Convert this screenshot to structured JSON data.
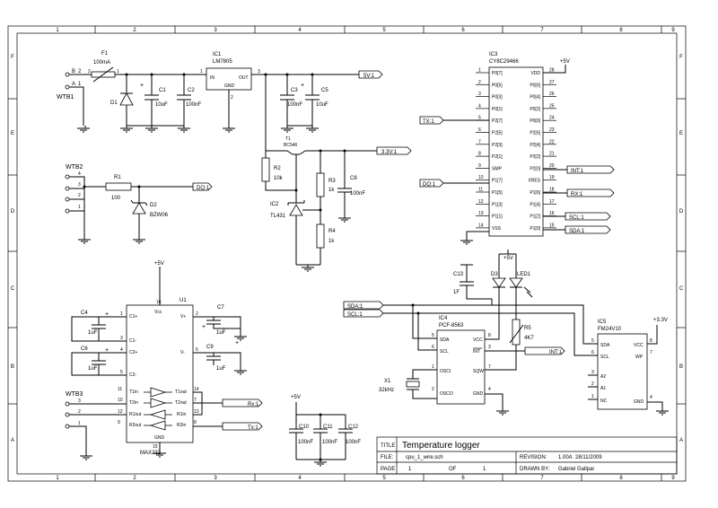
{
  "sheet": {
    "columns": [
      "1",
      "2",
      "3",
      "4",
      "5",
      "6",
      "7",
      "8",
      "9"
    ],
    "rows": [
      "F",
      "E",
      "D",
      "C",
      "B",
      "A"
    ],
    "title_label": "TITLE",
    "title": "Temperature logger",
    "file_label": "FILE:",
    "file": "cpu_1_wire.sch",
    "revision_label": "REVISION:",
    "revision": "1.00A",
    "date": "28/11/2009",
    "page_label": "PAGE",
    "page": "1",
    "of_label": "OF",
    "pages": "1",
    "drawn_by_label": "DRAWN BY:",
    "drawn_by": "Gabriel Gallpar"
  },
  "nets": {
    "v5": "5V:1",
    "v33": "3.3V:1",
    "tx": "TX:1",
    "dq_left": "DQ:1",
    "dq_right": "DQ:1",
    "int_ic3": "INT:1",
    "rx_ic3": "RX:1",
    "scl_ic3": "SCL:1",
    "sda_ic3": "SDA:1",
    "sda_left": "SDA:1",
    "scl_left": "SCL:1",
    "int_ic4": "INT:1",
    "rx_u1": "Rx:1",
    "tx_u1": "Tx:1"
  },
  "power": {
    "p5v_ic3": "+5V",
    "p5v_u1": "+5V",
    "p5v_caps": "+5V",
    "p5v_led": "+5V",
    "p33_ic5": "+3.3V"
  },
  "components": {
    "wtb1": "WTB1",
    "wtb1_b": "B",
    "wtb1_b2": "2",
    "wtb1_a": "A",
    "wtb1_a1": "1",
    "f1": "F1",
    "f1_val": "100mA",
    "f1_p2": "2",
    "f1_p1": "1",
    "d1": "D1",
    "c1": "C1",
    "c1_val": "10uF",
    "c2": "C2",
    "c2_val": "100nF",
    "ic1": "IC1",
    "ic1_part": "LM7805",
    "ic1_in": "IN",
    "ic1_out": "OUT",
    "ic1_gnd": "GND",
    "ic1_p1": "1",
    "ic1_p2": "2",
    "ic1_p3": "3",
    "c3": "C3",
    "c3_val": "100nF",
    "c5": "C5",
    "c5_val": "10uF",
    "t1": "T1",
    "t1_part": "BC546",
    "r2": "R2",
    "r2_val": "10k",
    "r3": "R3",
    "r3_val": "1k",
    "c8": "C8",
    "c8_val": "100nF",
    "ic2": "IC2",
    "ic2_part": "TL431",
    "r4": "R4",
    "r4_val": "1k",
    "wtb2": "WTB2",
    "wtb2_pins": [
      "4",
      "3",
      "2",
      "1"
    ],
    "r1": "R1",
    "r1_val": "100",
    "d2": "D2",
    "d2_val": "BZW06",
    "ic3": "IC3",
    "ic3_part": "CY8C29466",
    "ic3_vdd": "VDD",
    "ic3_vss": "VSS",
    "ic3_smp": "SMP",
    "ic3_xres": "XRES",
    "c13": "C13",
    "c13_val": "1F",
    "d3": "D3",
    "led1": "LED1",
    "r5": "R5",
    "r5_val": "4K7",
    "ic4": "IC4",
    "ic4_part": "PCF-8563",
    "x1": "X1",
    "x1_val": "32kHz",
    "ic5": "IC5",
    "ic5_part": "FM24V10",
    "u1": "U1",
    "u1_part": "MAX232",
    "c4": "C4",
    "c4_val": "1uF",
    "c6": "C6",
    "c6_val": "1uF",
    "c7": "C7",
    "c7_val": "1uF",
    "c9": "C9",
    "c9_val": "1uF",
    "wtb3": "WTB3",
    "wtb3_pins": [
      "3",
      "2",
      "1"
    ],
    "c10": "C10",
    "c10_val": "100nF",
    "c11": "C11",
    "c11_val": "100nF",
    "c12": "C12",
    "c12_val": "100nF"
  },
  "ic3_left_pins": [
    {
      "num": "1",
      "name": "P0[7]"
    },
    {
      "num": "2",
      "name": "P0[5]"
    },
    {
      "num": "3",
      "name": "P0[3]"
    },
    {
      "num": "4",
      "name": "P0[1]"
    },
    {
      "num": "5",
      "name": "P2[7]"
    },
    {
      "num": "6",
      "name": "P2[5]"
    },
    {
      "num": "7",
      "name": "P2[3]"
    },
    {
      "num": "8",
      "name": "P2[1]"
    },
    {
      "num": "9",
      "name": "SMP"
    },
    {
      "num": "10",
      "name": "P1[7]"
    },
    {
      "num": "11",
      "name": "P1[5]"
    },
    {
      "num": "12",
      "name": "P1[3]"
    },
    {
      "num": "13",
      "name": "P1[1]"
    },
    {
      "num": "14",
      "name": "VSS"
    }
  ],
  "ic3_right_pins": [
    {
      "num": "28",
      "name": "VDD"
    },
    {
      "num": "27",
      "name": "P0[6]"
    },
    {
      "num": "26",
      "name": "P0[4]"
    },
    {
      "num": "25",
      "name": "P0[2]"
    },
    {
      "num": "24",
      "name": "P0[0]"
    },
    {
      "num": "23",
      "name": "P2[6]"
    },
    {
      "num": "22",
      "name": "P2[4]"
    },
    {
      "num": "21",
      "name": "P2[2]"
    },
    {
      "num": "20",
      "name": "P2[0]"
    },
    {
      "num": "19",
      "name": "XRES"
    },
    {
      "num": "18",
      "name": "P1[6]"
    },
    {
      "num": "17",
      "name": "P1[4]"
    },
    {
      "num": "16",
      "name": "P1[2]"
    },
    {
      "num": "15",
      "name": "P1[0]"
    }
  ],
  "ic4_pins": {
    "sda": "SDA",
    "scl": "SCL",
    "osci": "OSCI",
    "osco": "OSCO",
    "vcc": "VCC",
    "int": "INT",
    "sqw": "SQW",
    "gnd": "GND",
    "n5": "5",
    "n6": "6",
    "n1": "1",
    "n2": "2",
    "n8": "8",
    "n3": "3",
    "n7": "7",
    "n4": "4"
  },
  "ic5_pins": {
    "sda": "SDA",
    "scl": "SCL",
    "a2": "A2",
    "a1": "A1",
    "nc": "NC",
    "vcc": "VCC",
    "wp": "WP",
    "gnd": "GND",
    "n5": "5",
    "n6": "6",
    "n3": "3",
    "n2": "2",
    "n1": "1",
    "n8": "8",
    "n7": "7",
    "n4": "4"
  },
  "u1_pins": {
    "c1p": "C1+",
    "c1m": "C1-",
    "c2p": "C2+",
    "c2m": "C2-",
    "vcc": "Vcc",
    "vp": "V+",
    "vm": "V-",
    "t1in": "T1in",
    "t2in": "T2in",
    "r1out": "R1out",
    "r2out": "R2out",
    "t1out": "T1out",
    "t2out": "T2out",
    "r1in": "R1in",
    "r2in": "R2in",
    "gnd": "GND",
    "n1": "1",
    "n3": "3",
    "n4": "4",
    "n5": "5",
    "n16": "16",
    "n2": "2",
    "n6": "6",
    "n11": "11",
    "n10": "10",
    "n12": "12",
    "n9": "9",
    "n14": "14",
    "n7": "7",
    "n13": "13",
    "n8": "8",
    "n15": "15"
  }
}
